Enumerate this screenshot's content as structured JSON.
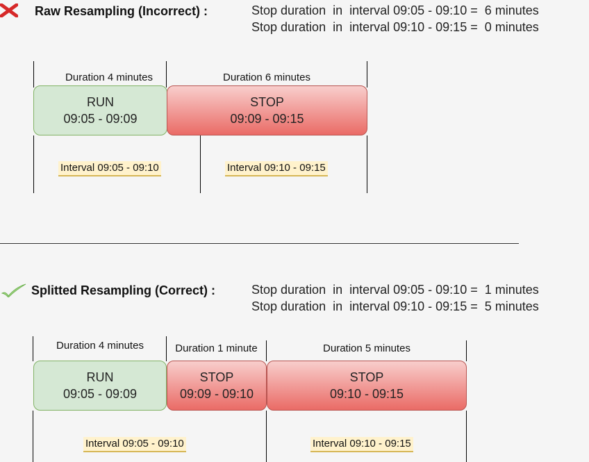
{
  "incorrect": {
    "title": "Raw Resampling (Incorrect) :",
    "stats": [
      "Stop duration  in  interval 09:05 - 09:10 =  6 minutes",
      "Stop duration  in  interval 09:10 - 09:15 =  0 minutes"
    ],
    "durations": [
      "Duration 4 minutes",
      "Duration 6 minutes"
    ],
    "boxes": [
      {
        "state": "RUN",
        "time": "09:05 - 09:09"
      },
      {
        "state": "STOP",
        "time": "09:09 - 09:15"
      }
    ],
    "intervals": [
      "Interval 09:05 - 09:10",
      "Interval 09:10 - 09:15"
    ]
  },
  "correct": {
    "title": "Splitted Resampling (Correct) :",
    "stats": [
      "Stop duration  in  interval 09:05 - 09:10 =  1 minutes",
      "Stop duration  in  interval 09:10 - 09:15 =  5 minutes"
    ],
    "durations": [
      "Duration 4 minutes",
      "Duration 1 minute",
      "Duration 5 minutes"
    ],
    "boxes": [
      {
        "state": "RUN",
        "time": "09:05 - 09:09"
      },
      {
        "state": "STOP",
        "time": "09:09 - 09:10"
      },
      {
        "state": "STOP",
        "time": "09:10 - 09:15"
      }
    ],
    "intervals": [
      "Interval 09:05 - 09:10",
      "Interval 09:10 - 09:15"
    ]
  },
  "icons": {
    "incorrect": "red-x-icon",
    "correct": "green-check-icon"
  },
  "colors": {
    "run_fill": "#d5e8d4",
    "run_border": "#82b366",
    "stop_fill_top": "#f8cecc",
    "stop_fill_bottom": "#ea6b66",
    "stop_border": "#b85450",
    "interval_fill": "#fff2cc",
    "interval_border": "#d6b656"
  }
}
